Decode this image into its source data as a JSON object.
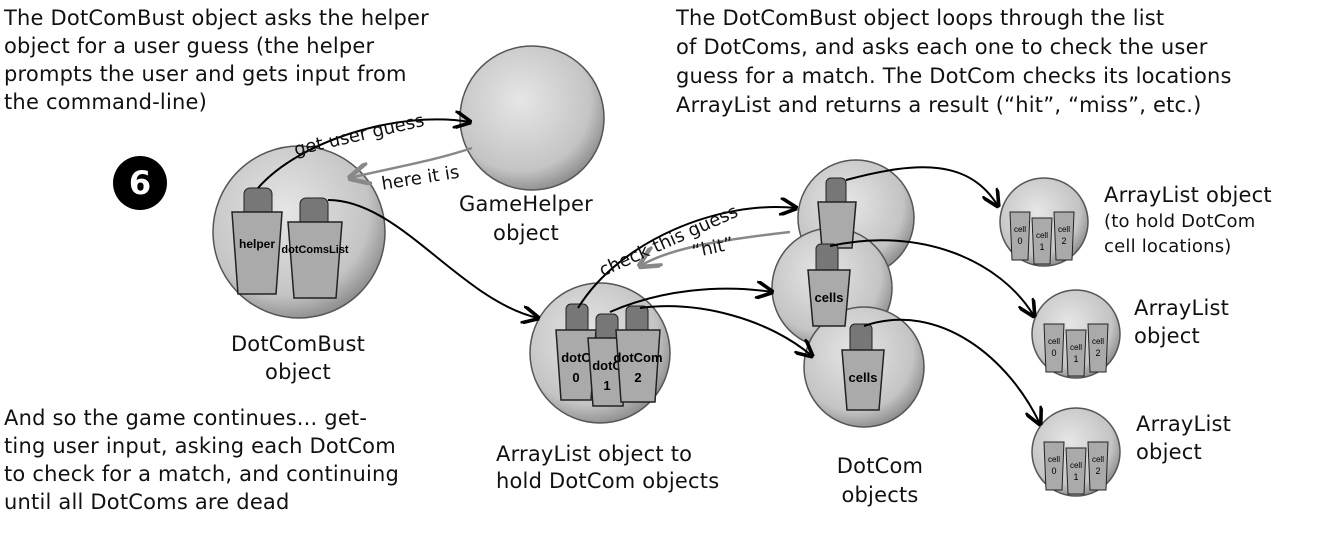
{
  "step_number": "6",
  "notes": {
    "helper_note": [
      "The DotComBust object asks the helper",
      "object for a user guess (the helper",
      "prompts the user and gets input from",
      "the command-line)"
    ],
    "loop_note": [
      "The DotComBust object loops through the list",
      "of DotComs, and asks each one to check the user",
      "guess for a match. The DotCom checks its locations",
      "ArrayList and returns a result (“hit”, “miss”, etc.)"
    ],
    "continue_note": [
      "And so the game continues...  get-",
      "ting user input, asking each DotCom",
      "to check for a match, and continuing",
      "until all DotComs are dead"
    ]
  },
  "labels": {
    "game_helper": [
      "GameHelper",
      "object"
    ],
    "dotcombust": [
      "DotComBust",
      "object"
    ],
    "arraylist_dotcoms": [
      "ArrayList object to",
      "hold DotCom objects"
    ],
    "dotcom_objects": [
      "DotCom",
      "objects"
    ],
    "arraylist_top": [
      "ArrayList object",
      "(to hold DotCom",
      "cell locations)"
    ],
    "arraylist_mid": [
      "ArrayList",
      "object"
    ],
    "arraylist_bot": [
      "ArrayList",
      "object"
    ]
  },
  "arrows": {
    "get_user_guess": "get user guess",
    "here_it_is": "here it is",
    "check_this_guess": "check this guess",
    "hit": "“hit”"
  },
  "cups": {
    "helper": "helper",
    "dotcomslist": "dotComsList",
    "dotcom0": [
      "dotC",
      "0"
    ],
    "dotcom1": [
      "dotC",
      "1"
    ],
    "dotcom2": [
      "dotCom",
      "2"
    ],
    "cells": "cells",
    "cell0": [
      "cell",
      "0"
    ],
    "cell1": [
      "cell",
      "1"
    ],
    "cell2": [
      "cell",
      "2"
    ]
  }
}
